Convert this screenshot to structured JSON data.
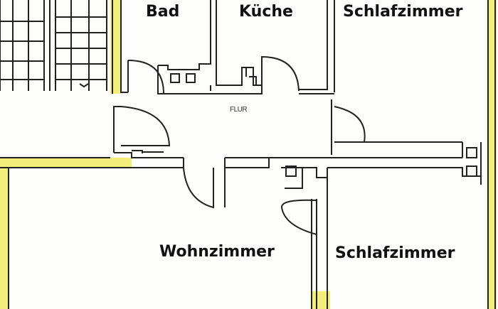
{
  "floorplan": {
    "rooms": {
      "bad": "Bad",
      "kueche": "Küche",
      "schlafzimmer_top": "Schlafzimmer",
      "wohnzimmer": "Wohnzimmer",
      "schlafzimmer_bottom": "Schlafzimmer",
      "flur": "FLUR"
    },
    "colors": {
      "wall": "#222222",
      "highlight": "#f3ee7a",
      "label": "#111111"
    }
  }
}
